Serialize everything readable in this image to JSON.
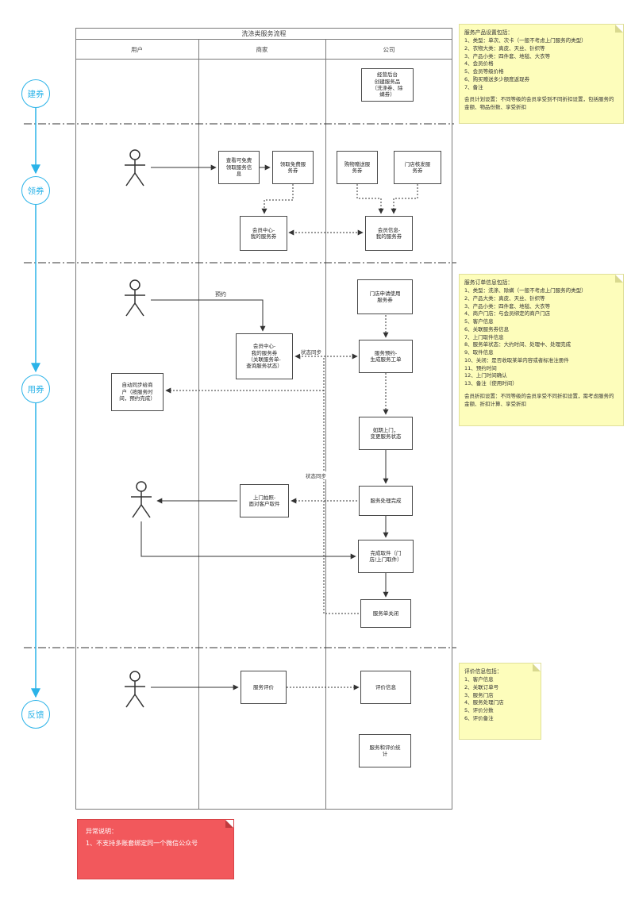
{
  "diagram": {
    "title": "洗涤类服务流程",
    "lanes": [
      "用户",
      "商家",
      "公司"
    ]
  },
  "timeline": {
    "phases": [
      "建券",
      "领券",
      "用券",
      "反馈"
    ]
  },
  "boxes": {
    "create_backend": "经营后台\n创建服务品\n（洗涤券、除\n螨券）",
    "view_free": "查看可免费\n领取服务信\n息",
    "receive_free": "领取免费服\n务券",
    "shop_gift": "购物赠送服\n务券",
    "store_issue": "门店核发服\n务券",
    "member_center_coupons": "会员中心-\n我的服务券",
    "member_info_coupons": "会员信息-\n我的服务券",
    "store_use": "门店申请使用\n服务券",
    "my_coupon_detail": "会员中心-\n我的服务券\n（关联服务单-\n查询服务状态）",
    "service_reserve": "服务预约-\n生成服务工单",
    "notify_merchant": "自动同步给商\n户（按服务时\n间，预约完成）",
    "onsite": "如期上门，\n变更服务状态",
    "done": "服务处理完成",
    "photo_pickup": "上门拍照-\n面对客户取件",
    "complete_pickup": "完成取件（门\n店/上门取件）",
    "close_order": "服务单关闭",
    "evaluate": "服务评价",
    "eval_info": "评价信息",
    "eval_stats": "服务和评价统\n计"
  },
  "edge_labels": {
    "reserve": "预约",
    "sync_upper": "状态同步",
    "sync_lower": "状态同步"
  },
  "notes": {
    "product": {
      "title": "服务产品设置包括：",
      "items": [
        "1、类型：单次、次卡（一般不考虑上门服务的类型）",
        "2、衣物大类：真皮、天丝、针织等",
        "3、产品小类：四件套、地毯、大衣等",
        "4、会员价格",
        "5、会员等级价格",
        "6、购买赠送多少额度返现券",
        "7、备注"
      ],
      "footer": "会员计划设置：不同等级的会员享受到不同折扣设置，包括服务的金额、物品份数、享受折扣"
    },
    "order": {
      "title": "服务订单信息包括：",
      "items": [
        "1、类型：洗涤、除螨（一般不考虑上门服务的类型）",
        "2、产品大类：真皮、天丝、针织等",
        "3、产品小类：四件套、地毯、大衣等",
        "4、商户门店：与会员绑定的商户门店",
        "5、客户信息",
        "6、关联服务券信息",
        "7、上门取件信息",
        "8、服务单状态：大约时间、处理中、处理完成",
        "9、取件信息",
        "10、关闭：是否收取某单内容或者标准注册件",
        "11、预约时间",
        "12、上门时间确认",
        "13、备注（使用时间）"
      ],
      "footer": "会员折扣设置：不同等级的会员享受不同折扣设置，需考虑服务的金额、折扣计算、享受折扣"
    },
    "evaluation": {
      "title": "评价信息包括：",
      "items": [
        "1、客户信息",
        "2、关联订单号",
        "3、服务门店",
        "4、服务处理门店",
        "5、评价分数",
        "6、评价备注"
      ]
    },
    "warning": {
      "title": "异常说明：",
      "items": [
        "1、不支持多账套绑定同一个微信公众号"
      ]
    }
  },
  "colors": {
    "accent_blue": "#2bb3e8",
    "note_yellow": "#fdfdbb",
    "warning_red": "#f2585c"
  }
}
